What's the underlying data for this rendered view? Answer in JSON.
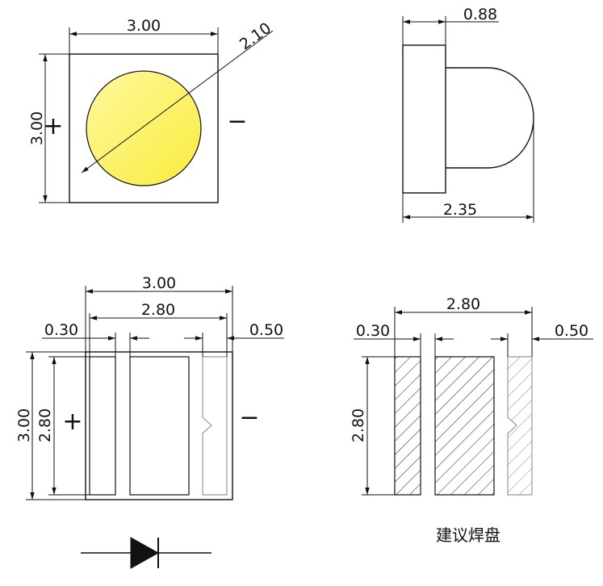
{
  "top_view": {
    "width_dim": "3.00",
    "height_dim": "3.00",
    "lens_dia_dim": "2.10",
    "plus": "+",
    "minus": "−",
    "lens_color": "#fdf35a"
  },
  "side_view": {
    "dim_top": "0.88",
    "dim_bottom": "2.35"
  },
  "bottom_view": {
    "dim_total_width": "3.00",
    "dim_inner_width": "2.80",
    "dim_left_pad": "0.30",
    "dim_right_pad": "0.50",
    "dim_total_height": "3.00",
    "dim_inner_height": "2.80",
    "plus": "+",
    "minus": "−"
  },
  "pad_layout": {
    "dim_width": "2.80",
    "dim_left_pad": "0.30",
    "dim_right_pad": "0.50",
    "dim_height": "2.80",
    "caption": "建议焊盘"
  }
}
